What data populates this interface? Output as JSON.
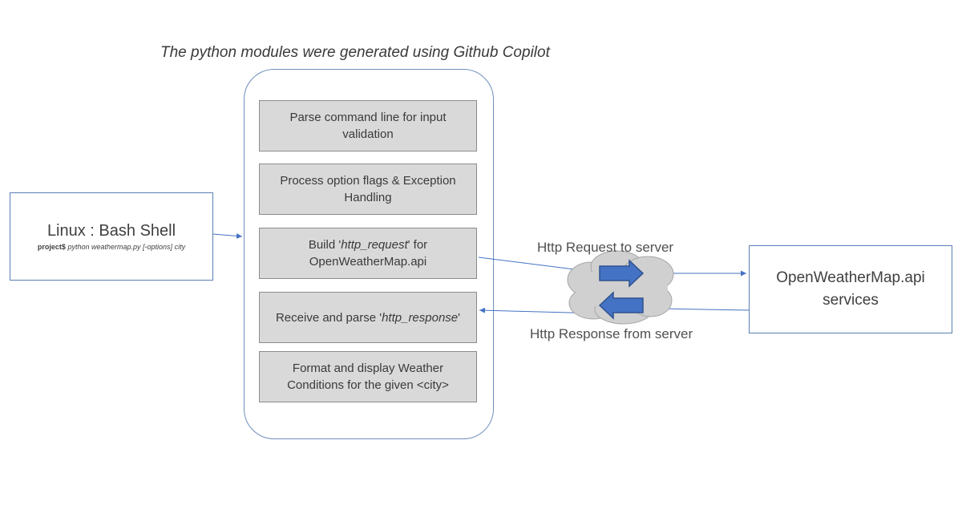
{
  "caption": "The python modules were generated using Github Copilot",
  "linux": {
    "title": "Linux : Bash Shell",
    "prompt": "project$",
    "command": "python weathermap.py",
    "options": "[-options]",
    "arg": "city"
  },
  "steps": [
    {
      "text": "Parse command line for input validation"
    },
    {
      "text": "Process option flags & Exception Handling"
    },
    {
      "pre": "Build '",
      "em": "http_request",
      "post": "' for OpenWeatherMap.api"
    },
    {
      "pre": "Receive and parse '",
      "em": "http_response",
      "post": "'"
    },
    {
      "text": "Format and display Weather Conditions for the given <city>"
    }
  ],
  "request_label": "Http Request to server",
  "response_label": "Http Response from server",
  "service": {
    "line1": "OpenWeatherMap.api",
    "line2": "services"
  },
  "colors": {
    "connector": "#4472c4",
    "arrow_fill": "#4472c4",
    "arrow_stroke": "#2f528f",
    "cloud": "#d0d0d0",
    "step_fill": "#d9d9d9"
  }
}
